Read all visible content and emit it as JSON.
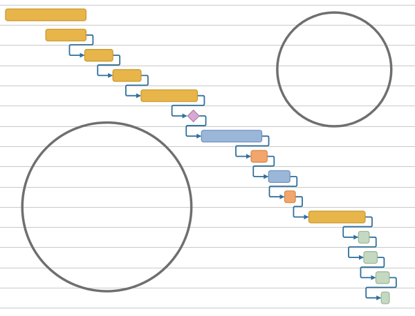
{
  "chart_data": {
    "type": "gantt",
    "title": "",
    "xlabel": "",
    "ylabel": "",
    "grid": true,
    "legend": "none",
    "xlim": [
      0,
      60
    ],
    "rows": 15,
    "colors": {
      "orange_task": "#e8b54a",
      "orange_border": "#c89628",
      "blue_task": "#9ab7d9",
      "blue_border": "#6d8fbd",
      "salmon_task": "#f2a66b",
      "salmon_border": "#d58446",
      "green_task": "#c5d9c2",
      "green_border": "#97b590",
      "milestone": "#d6a8d2",
      "milestone_border": "#a875a3",
      "connector": "#2f6f9c",
      "gridline": "#c8c8c8",
      "circle_annotation": "#6f6f6f"
    },
    "tasks": [
      {
        "row": 0,
        "start": 0.0,
        "end": 12.0,
        "kind": "task",
        "color": "orange"
      },
      {
        "row": 1,
        "start": 6.0,
        "end": 12.0,
        "kind": "task",
        "color": "orange"
      },
      {
        "row": 2,
        "start": 11.8,
        "end": 16.0,
        "kind": "task",
        "color": "orange"
      },
      {
        "row": 3,
        "start": 16.0,
        "end": 20.2,
        "kind": "task",
        "color": "orange"
      },
      {
        "row": 4,
        "start": 20.2,
        "end": 28.6,
        "kind": "task",
        "color": "orange"
      },
      {
        "row": 5,
        "start": 28.0,
        "end": 28.0,
        "kind": "milestone",
        "color": "milestone"
      },
      {
        "row": 6,
        "start": 29.2,
        "end": 38.2,
        "kind": "task",
        "color": "blue"
      },
      {
        "row": 7,
        "start": 36.6,
        "end": 39.0,
        "kind": "task",
        "color": "salmon"
      },
      {
        "row": 8,
        "start": 39.2,
        "end": 42.4,
        "kind": "task",
        "color": "blue"
      },
      {
        "row": 9,
        "start": 41.6,
        "end": 43.2,
        "kind": "task",
        "color": "salmon"
      },
      {
        "row": 10,
        "start": 45.2,
        "end": 53.6,
        "kind": "task",
        "color": "orange"
      },
      {
        "row": 11,
        "start": 52.6,
        "end": 54.2,
        "kind": "task",
        "color": "green"
      },
      {
        "row": 12,
        "start": 53.4,
        "end": 55.4,
        "kind": "task",
        "color": "green"
      },
      {
        "row": 13,
        "start": 55.2,
        "end": 57.2,
        "kind": "task",
        "color": "green"
      },
      {
        "row": 14,
        "start": 56.0,
        "end": 57.2,
        "kind": "task",
        "color": "green"
      }
    ],
    "dependencies": [
      {
        "from": 1,
        "to": 2
      },
      {
        "from": 2,
        "to": 3
      },
      {
        "from": 3,
        "to": 4
      },
      {
        "from": 4,
        "to": 5
      },
      {
        "from": 5,
        "to": 6
      },
      {
        "from": 6,
        "to": 7
      },
      {
        "from": 7,
        "to": 8
      },
      {
        "from": 8,
        "to": 9
      },
      {
        "from": 9,
        "to": 10
      },
      {
        "from": 10,
        "to": 11
      },
      {
        "from": 11,
        "to": 12
      },
      {
        "from": 12,
        "to": 13
      },
      {
        "from": 13,
        "to": 14
      }
    ],
    "annotations": [
      {
        "kind": "circle",
        "center_x": 15.1,
        "center_row": 9.5,
        "radius_x": 12.6
      },
      {
        "kind": "circle",
        "center_x": 49.0,
        "center_row": 2.7,
        "radius_x": 8.5
      }
    ]
  }
}
